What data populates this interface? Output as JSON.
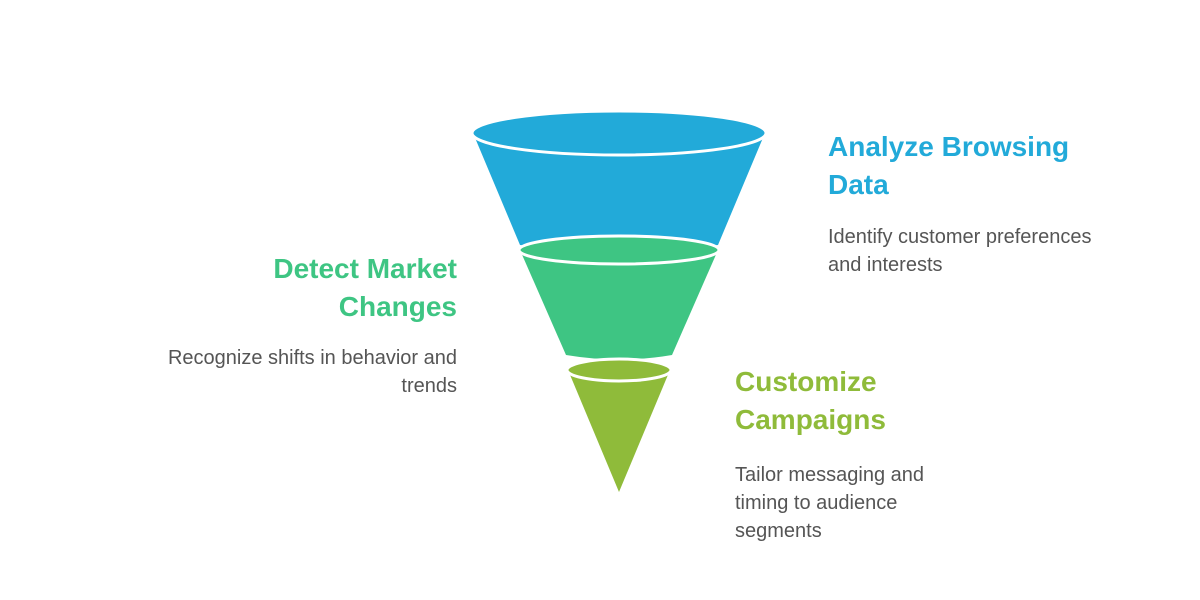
{
  "stages": [
    {
      "title": "Analyze Browsing Data",
      "description": "Identify customer preferences and interests",
      "color": "#22aad9"
    },
    {
      "title": "Detect Market Changes",
      "description": "Recognize shifts in behavior and trends",
      "color": "#3ec583"
    },
    {
      "title": "Customize Campaigns",
      "description": "Tailor messaging and timing to audience segments",
      "color": "#8fbb3a"
    }
  ]
}
